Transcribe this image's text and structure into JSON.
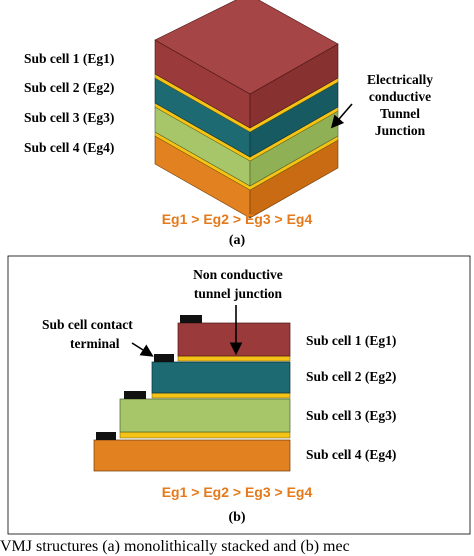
{
  "colors": {
    "cell1": "#9b3a3a",
    "cell2": "#1d6a73",
    "cell3": "#a7c66a",
    "cell4": "#e2811f",
    "junction": "#f5c316",
    "equation": "#e47a1b",
    "contact": "#111111"
  },
  "figure_a": {
    "cell_labels": [
      "Sub cell 1 (Eg1)",
      "Sub cell 2 (Eg2)",
      "Sub cell 3 (Eg3)",
      "Sub cell 4 (Eg4)"
    ],
    "junction_label": [
      "Electrically",
      "conductive",
      "Tunnel",
      "Junction"
    ],
    "equation": "Eg1 > Eg2 > Eg3 > Eg4",
    "sublabel": "(a)"
  },
  "figure_b": {
    "junction_label": [
      "Non conductive",
      "tunnel junction"
    ],
    "contact_label": [
      "Sub cell contact",
      "terminal"
    ],
    "cell_labels": [
      "Sub cell 1 (Eg1)",
      "Sub cell 2 (Eg2)",
      "Sub cell 3 (Eg3)",
      "Sub cell 4 (Eg4)"
    ],
    "equation": "Eg1 > Eg2 > Eg3 > Eg4",
    "sublabel": "(b)"
  },
  "caption": "VMJ structures (a) monolithically stacked and (b) mec"
}
